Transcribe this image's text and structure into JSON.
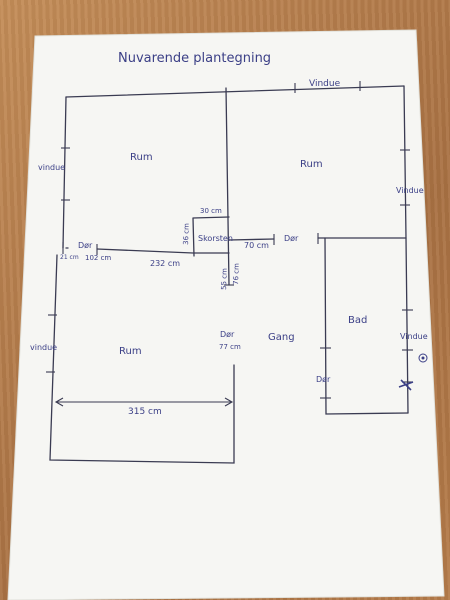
{
  "title": "Nuvarende plantegning",
  "labels": {
    "vindue_top": "Vindue",
    "vindue_left_upper": "vindue",
    "vindue_right_upper": "Vindue",
    "vindue_left_lower": "vindue",
    "vindue_right_lower": "Vindue",
    "rum_top_left": "Rum",
    "rum_top_right": "Rum",
    "rum_bottom": "Rum",
    "skorsten": "Skorsten",
    "dor_left": "Dør",
    "dor_mid_right": "Dør",
    "dor_gang": "Dør",
    "dor_bad": "Dør",
    "gang": "Gang",
    "bad": "Bad",
    "dim_30": "30 cm",
    "dim_36": "36 cm",
    "dim_21": "21 cm",
    "dim_102": "102 cm",
    "dim_232": "232 cm",
    "dim_70": "70 cm",
    "dim_55": "55 cm",
    "dim_76": "76 cm",
    "dim_77": "77 cm",
    "dim_315": "315 cm"
  },
  "colors": {
    "ink": "#3b3f86",
    "pencil": "#3a3b52",
    "paper": "#f7f7f5",
    "table": "#b9824f"
  }
}
